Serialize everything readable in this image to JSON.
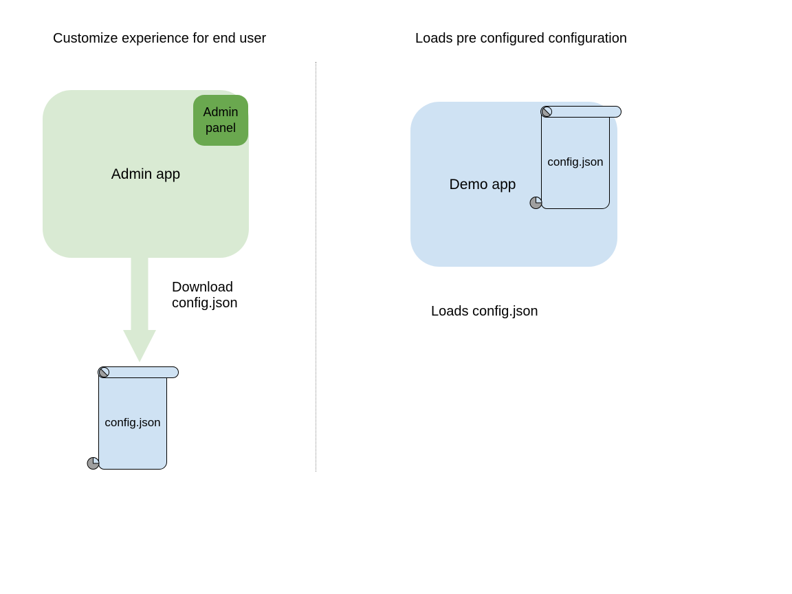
{
  "colors": {
    "background": "#ffffff",
    "light_green": "#d9ead3",
    "green": "#6aa84f",
    "light_blue": "#cfe2f3",
    "outline": "#000000",
    "curl_gray": "#9f9f9f",
    "divider_gray": "#888888",
    "text": "#000000"
  },
  "left_section": {
    "heading": "Customize experience for end user",
    "admin_app_label": "Admin app",
    "admin_panel_label": "Admin panel",
    "download_caption": "Download\nconfig.json",
    "config_file_label": "config.json"
  },
  "right_section": {
    "heading": "Loads pre configured configuration",
    "demo_app_label": "Demo app",
    "config_file_label": "config.json",
    "caption": "Loads config.json"
  }
}
